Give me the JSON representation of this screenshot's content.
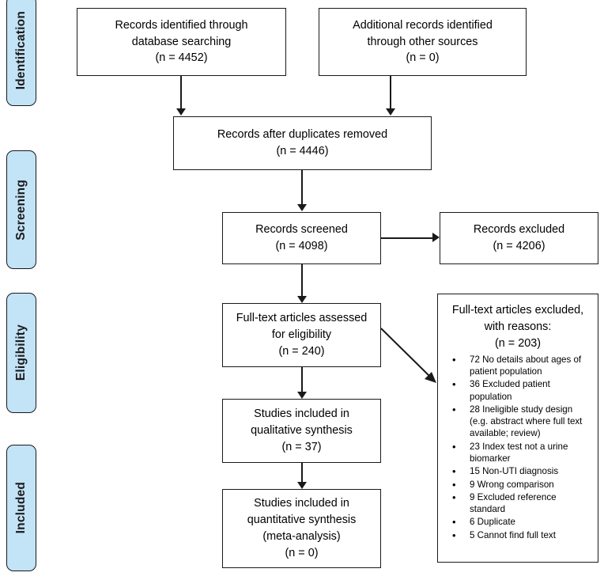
{
  "diagram": {
    "type": "prisma-flow-diagram",
    "colors": {
      "stage_pill_fill": "#c3e3f7",
      "stroke": "#1a1a1a",
      "box_fill": "#ffffff",
      "background": "#ffffff"
    }
  },
  "stages": [
    {
      "id": "identification",
      "label": "Identification"
    },
    {
      "id": "screening",
      "label": "Screening"
    },
    {
      "id": "eligibility",
      "label": "Eligibility"
    },
    {
      "id": "included",
      "label": "Included"
    }
  ],
  "boxes": {
    "database_records": {
      "line1": "Records identified through",
      "line2": "database searching",
      "line3": "(n = 4452)"
    },
    "other_records": {
      "line1": "Additional records identified",
      "line2": "through other sources",
      "line3": "(n = 0)"
    },
    "after_duplicates": {
      "line1": "Records after duplicates removed",
      "line2": "(n = 4446)"
    },
    "records_screened": {
      "line1": "Records screened",
      "line2": "(n = 4098)"
    },
    "records_excluded": {
      "line1": "Records excluded",
      "line2": "(n = 4206)"
    },
    "fulltext_assessed": {
      "line1": "Full-text articles assessed",
      "line2": "for eligibility",
      "line3": "(n = 240)"
    },
    "fulltext_excluded": {
      "line1": "Full-text articles excluded,",
      "line2": "with reasons:",
      "line3": "(n = 203)",
      "reasons": [
        "72 No details about ages of patient population",
        "36 Excluded patient population",
        "28 Ineligible study design (e.g. abstract where full text available; review)",
        "23 Index test not a urine biomarker",
        "15 Non-UTI diagnosis",
        "9 Wrong comparison",
        "9 Excluded reference standard",
        "6 Duplicate",
        "5 Cannot find full text"
      ]
    },
    "qualitative_synthesis": {
      "line1": "Studies included in",
      "line2": "qualitative synthesis",
      "line3": "(n = 37)"
    },
    "quantitative_synthesis": {
      "line1": "Studies included in",
      "line2": "quantitative synthesis",
      "line3": "(meta-analysis)",
      "line4": "(n = 0)"
    }
  }
}
